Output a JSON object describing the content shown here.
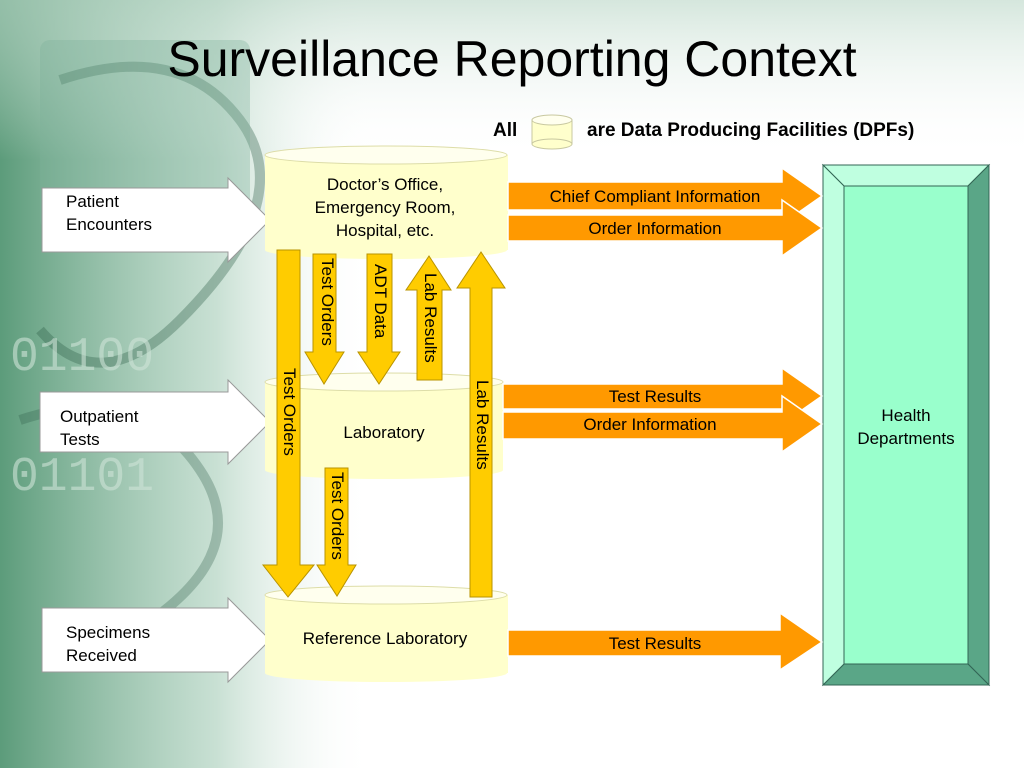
{
  "title": "Surveillance Reporting Context",
  "legend": {
    "prefix": "All",
    "suffix": "are Data Producing Facilities (DPFs)"
  },
  "inputs": {
    "patient": "Patient\nEncounters",
    "outpatient": "Outpatient\nTests",
    "specimens": "Specimens\nReceived"
  },
  "facilities": {
    "doctor": "Doctor’s Office,\nEmergency Room,\nHospital, etc.",
    "lab": "Laboratory",
    "reference": "Reference Laboratory"
  },
  "flows": {
    "chief": "Chief Compliant Information",
    "order1": "Order Information",
    "test_results1": "Test Results",
    "order2": "Order Information",
    "test_results2": "Test Results"
  },
  "vertical": {
    "test_orders_1": "Test Orders",
    "adt": "ADT Data",
    "lab_results_1": "Lab Results",
    "test_orders_long": "Test Orders",
    "lab_results_long": "Lab Results",
    "test_orders_2": "Test Orders"
  },
  "health": "Health\nDepartments",
  "colors": {
    "flow_orange": "#FF9900",
    "vertical_yellow": "#FFCC00",
    "cylinder": "#FFFFCC",
    "health": "#99FFCC"
  }
}
